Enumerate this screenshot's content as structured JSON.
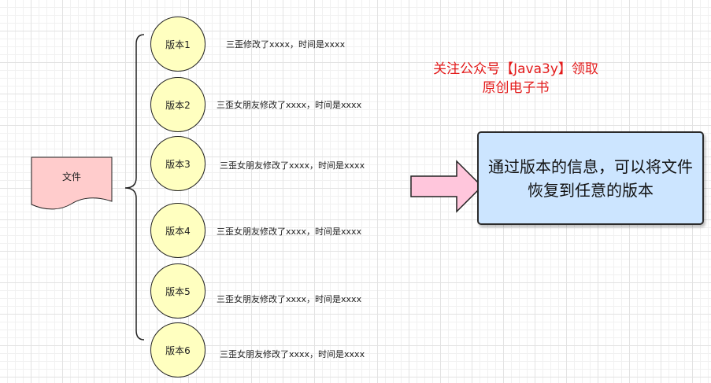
{
  "document": {
    "label": "文件",
    "fill_color": "#ffcccc"
  },
  "versions": [
    {
      "label": "版本1",
      "description": "三歪修改了xxxx，时间是xxxx"
    },
    {
      "label": "版本2",
      "description": "三歪女朋友修改了xxxx，时间是xxxx"
    },
    {
      "label": "版本3",
      "description": "三歪女朋友修改了xxxx，时间是xxxx"
    },
    {
      "label": "版本4",
      "description": "三歪女朋友修改了xxxx，时间是xxxx"
    },
    {
      "label": "版本5",
      "description": "三歪女朋友修改了xxxx，时间是xxxx"
    },
    {
      "label": "版本6",
      "description": "三歪女朋友修改了xxxx，时间是xxxx"
    }
  ],
  "promo": {
    "line1": "关注公众号【Java3y】领取",
    "line2": "原创电子书",
    "color": "#e31a1a"
  },
  "info_box": {
    "text": "通过版本的信息，可以将文件恢复到任意的版本",
    "fill_color": "#cce5ff"
  },
  "arrow": {
    "fill_color": "#ffc6dc"
  },
  "version_fill_color": "#ffffc0"
}
